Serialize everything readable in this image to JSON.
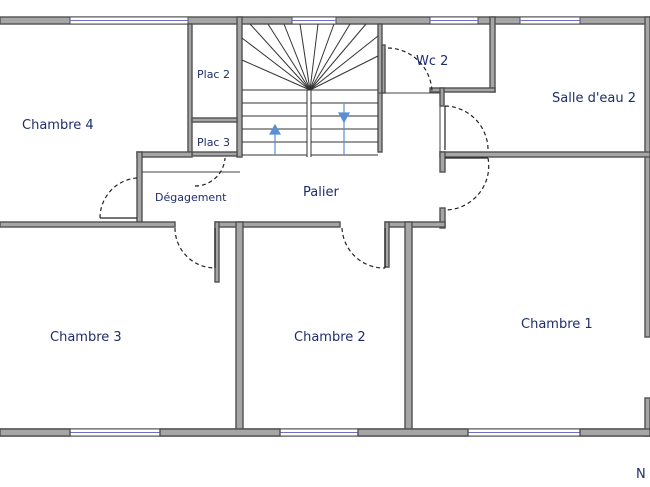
{
  "rooms": {
    "chambre4": "Chambre 4",
    "plac2": "Plac 2",
    "plac3": "Plac 3",
    "degagement": "Dégagement",
    "palier": "Palier",
    "wc2": "Wc 2",
    "salle_eau2": "Salle d'eau 2",
    "chambre3": "Chambre 3",
    "chambre2": "Chambre 2",
    "chambre1": "Chambre 1"
  },
  "compass": "N",
  "colors": {
    "wall": "#a6a6a6",
    "label": "#1f2d6b",
    "window": "#6f6fc9",
    "stair_arrow": "#5b8fd4"
  }
}
